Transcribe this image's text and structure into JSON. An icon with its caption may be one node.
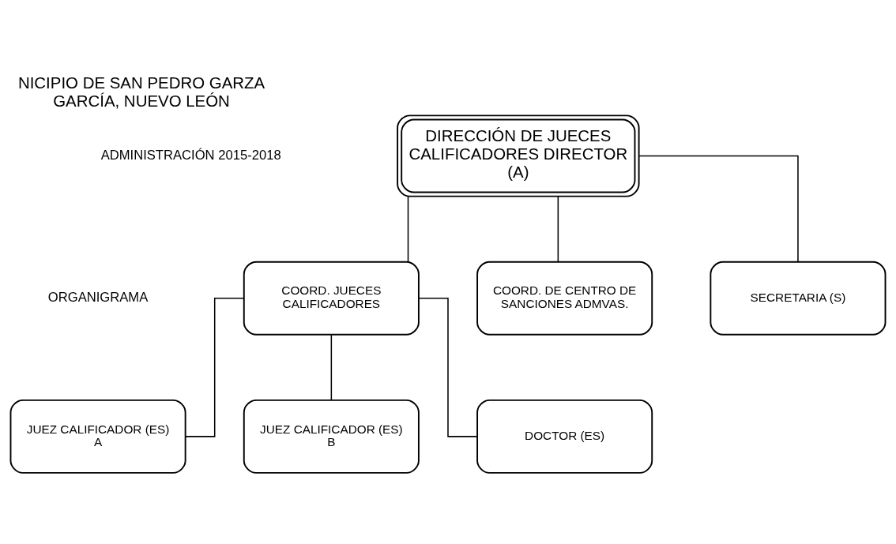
{
  "diagram": {
    "title": "NICIPIO DE SAN PEDRO GARZA GARCÍA, NUEVO LEÓN",
    "nodes": [
      {
        "text": [
          "DIRECCIÓN DE JUECES CALIFICADORES DIRECTOR (A)"
        ]
      },
      {
        "text": [
          "SECRETARIA (S)"
        ]
      },
      {
        "text": [
          "COORD. JUECES CALIFICADORES"
        ]
      },
      {
        "text": [
          "COORD. DE CENTRO DE SANCIONES ADMVAS."
        ]
      },
      {
        "text": [
          "JUEZ CALIFICADOR (ES) A"
        ]
      },
      {
        "text": [
          "JUEZ CALIFICADOR (ES) B"
        ]
      },
      {
        "text": [
          "DOCTOR (ES)"
        ]
      }
    ],
    "edges": [
      {
        "from": 0,
        "to": 1,
        "arrow": "none"
      },
      {
        "from": 0,
        "to": 2,
        "arrow": "none"
      },
      {
        "from": 0,
        "to": 3,
        "arrow": "none"
      },
      {
        "from": 2,
        "to": 4,
        "arrow": "none"
      },
      {
        "from": 2,
        "to": 5,
        "arrow": "none"
      },
      {
        "from": 2,
        "to": 6,
        "arrow": "none"
      }
    ],
    "labels": [
      "ADMINISTRACIÓN 2015-2018",
      "ORGANIGRAMA"
    ]
  }
}
